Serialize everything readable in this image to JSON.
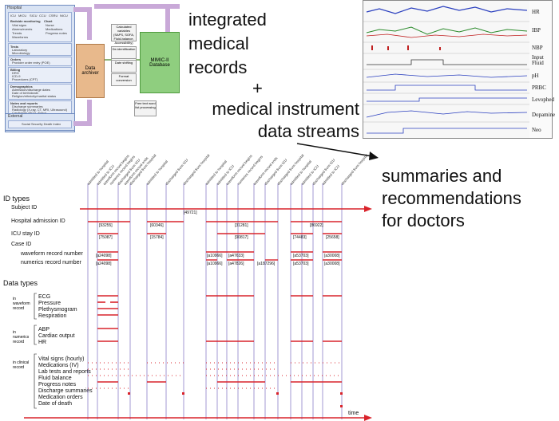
{
  "headline": {
    "line1": "integrated",
    "line2": "medical",
    "line3": "records",
    "plus": "+",
    "line4": "medical instrument",
    "line5": "data streams",
    "summary1": "summaries and",
    "summary2": "recommendations",
    "summary3": "for doctors"
  },
  "architecture": {
    "hospital_label": "Hospital",
    "icu_label": "ICU",
    "tabs": [
      "MICU",
      "SICU",
      "CCU",
      "CSRU",
      "NICU"
    ],
    "bedside_title": "Bedside monitoring",
    "bedside_items": [
      "Vital signs",
      "Alarms/events",
      "Trends",
      "Waveforms"
    ],
    "chart_title": "Chart",
    "chart_items": [
      "Nurse",
      "Medications",
      "Progress notes"
    ],
    "tests_title": "Tests",
    "tests_items": [
      "Laboratory",
      "Microbiology"
    ],
    "orders_title": "Orders",
    "orders_items": [
      "Provider order entry (POE)"
    ],
    "billing_title": "Billing",
    "billing_items": [
      "DRG",
      "ICD-9",
      "Procedures (CPT)"
    ],
    "demo_title": "Demographics",
    "demo_items": [
      "Admission/discharge dates",
      "Date of birth/death",
      "Religion/ethnicity/marital status"
    ],
    "notes_title": "Notes and reports",
    "notes_items": [
      "Discharge summaries",
      "Radiology (X-ray, CT, MRI, Ultrasound)",
      "Cardiology (ECG, Echo)"
    ],
    "external_label": "External",
    "ssdi_label": "Social Security Death Index",
    "archiver_label": "Data archiver",
    "mimic_label": "MIMIC-II Database",
    "proc_boxes": [
      "Calculated variables (SAPS, SOFA, Fluid-balance, Accessibility)",
      "De-identification",
      "Date shifting",
      "Format conversion",
      "Free text word list processing"
    ]
  },
  "instrument": {
    "labels": [
      "HR",
      "IBP",
      "NBP",
      "Input Fluid",
      "pH",
      "PRBC",
      "Levophed",
      "Dopamine",
      "Neo"
    ]
  },
  "timeline": {
    "section_id": "ID types",
    "id_rows": [
      "Subject ID",
      "Hospital admission ID",
      "ICU stay ID",
      "Case ID",
      "waveform record number",
      "numerics record number"
    ],
    "section_data": "Data types",
    "groups": [
      "in waveform record",
      "in numerics record",
      "in clinical record"
    ],
    "waveform_rows": [
      "ECG",
      "Pressure",
      "Plethysmogram",
      "Respiration"
    ],
    "numerics_rows": [
      "ABP",
      "Cardiac output",
      "HR"
    ],
    "clinical_rows": [
      "Vital signs (hourly)",
      "Medications (IV)",
      "Lab tests and reports",
      "Fluid balance",
      "Progress notes",
      "Discharge summaries",
      "Medication orders",
      "Date of death"
    ],
    "time_label": "time",
    "id_values": {
      "subject": "[49721]",
      "hadm": [
        "[93255]",
        "[60346]",
        "[31281]",
        "[86922]"
      ],
      "icu": [
        "[75087]",
        "[15784]",
        "[90817]",
        "[74483]",
        "[25658]"
      ],
      "wave": [
        "[a24098]",
        "[a10966]",
        "[a47633]",
        "[a53703]",
        "[a30008]"
      ],
      "num": [
        "[a24098]",
        "[a10966]",
        "[a47826]",
        "[a187296]",
        "[a53703]",
        "[a30008]"
      ]
    },
    "column_events": [
      "admitted to hospital",
      "admitted to ICU",
      "waveform record begins",
      "numerics record begins",
      "discharged from ICU",
      "waveform record ends",
      "discharged from hospital"
    ]
  },
  "colors": {
    "timeline_red": "#d9232b",
    "timeline_violet": "#8c7fc8",
    "archiver": "#e8b98c",
    "mimic": "#8fce7f"
  }
}
